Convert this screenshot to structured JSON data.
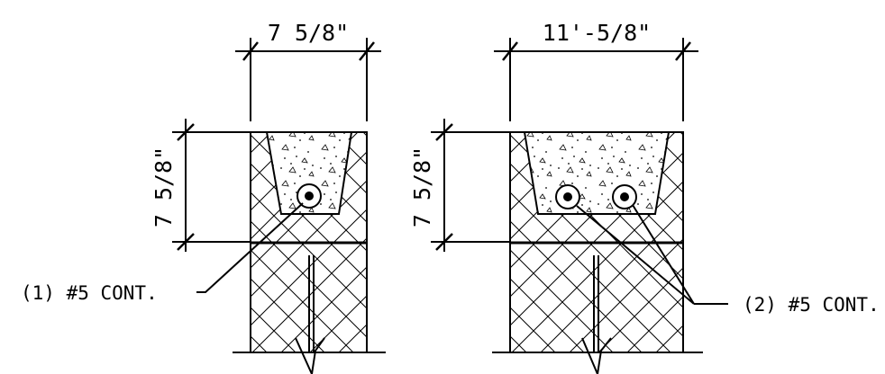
{
  "left_detail": {
    "width_dim": "7 5/8\"",
    "height_dim": "7 5/8\"",
    "rebar_note": "(1) #5 CONT."
  },
  "right_detail": {
    "width_dim": "11'-5/8\"",
    "height_dim": "7 5/8\"",
    "rebar_note": "(2) #5 CONT."
  }
}
